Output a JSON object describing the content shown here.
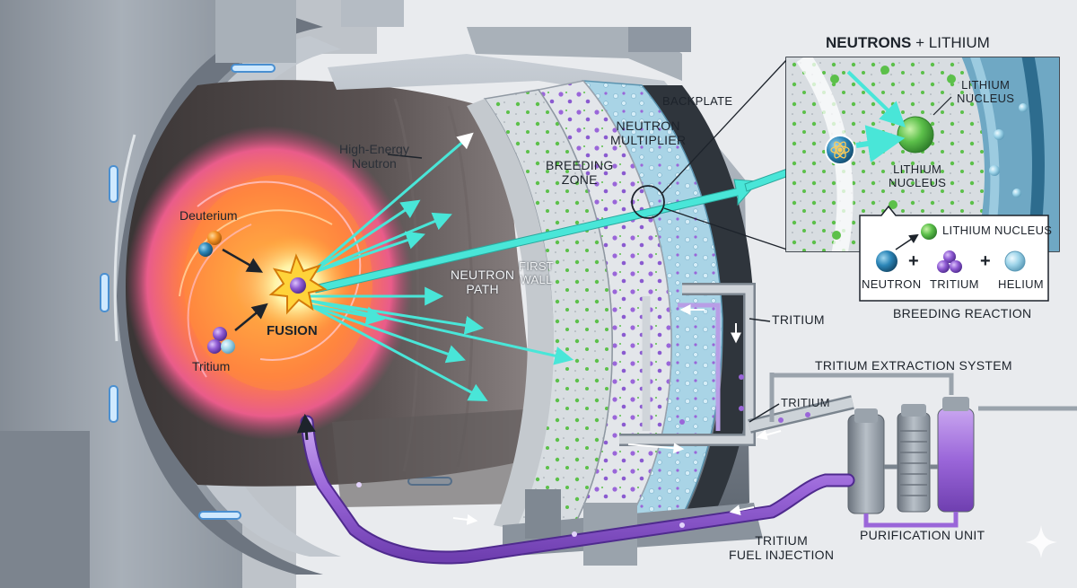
{
  "labels": {
    "deuterium": "Deuterium",
    "tritium_in": "Tritium",
    "fusion": "FUSION",
    "high_energy_neutron": "High-Energy\nNeutron",
    "breeding_zone": "BREEDING\nZONE",
    "neutron_multiplier": "NEUTRON\nMULTIPLIER",
    "backplate": "BACKPLATE",
    "neutron_path": "NEUTRON\nPATH",
    "first_wall": "FIRST\nWALL",
    "tritium_out": "TRITIUM",
    "tritium_extraction_system": "TRITIUM EXTRACTION SYSTEM",
    "tritium_pipe": "TRITIUM",
    "purification_unit": "PURIFICATION UNIT",
    "fuel_injection": "TRITIUM\nFUEL INJECTION"
  },
  "inset": {
    "title_bold": "NEUTRONS",
    "title_rest": "+ LITHIUM",
    "nucleus_top": "LITHIUM\nNUCLEUS",
    "nucleus_mid": "LITHIUM\nNUCLEUS"
  },
  "reaction": {
    "product_label": "LITHIUM NUCLEUS",
    "plus1": "+",
    "plus2": "+",
    "neutron": "NEUTRON",
    "tritium": "TRITIUM",
    "helium": "HELIUM",
    "caption": "BREEDING REACTION"
  },
  "colors": {
    "neutron_ray": "#49e6d8",
    "tritium_purple": "#9a66d9",
    "lithium_green": "#5cc04a",
    "plasma_orange": "#ff9a3c",
    "steel": "#8f98a3"
  },
  "icons": [
    "atom-icon",
    "fusion-star-icon",
    "sparkle-icon"
  ]
}
